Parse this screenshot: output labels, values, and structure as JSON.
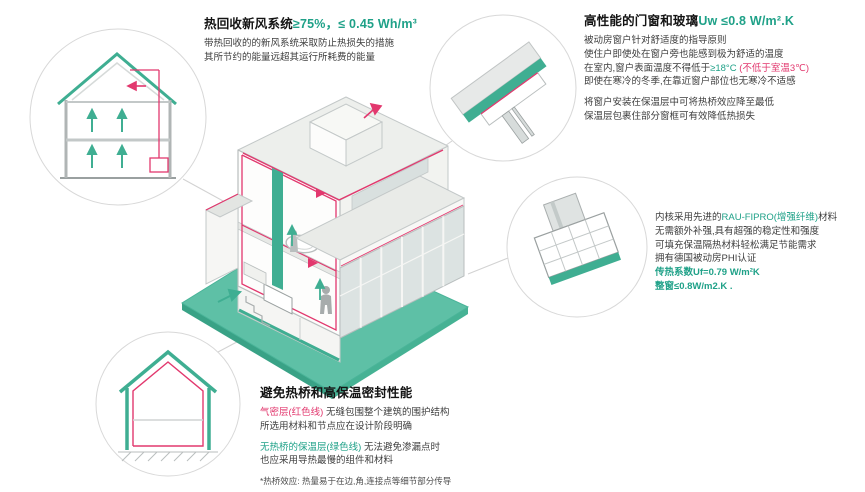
{
  "colors": {
    "teal": "#1fa188",
    "teal_graphic": "#3fae92",
    "red": "#e2386e",
    "platform": "#5ec0a6"
  },
  "ventilation": {
    "title": "热回收新风系统",
    "title_value": "≥75%，≤ 0.45 Wh/m³",
    "body1": "带热回收的的新风系统采取防止热损失的措施",
    "body2": "其所节约的能量远超其运行所耗费的能量"
  },
  "windows": {
    "title": "高性能的门窗和玻璃",
    "title_value": "Uw ≤0.8 W/m².K",
    "p1l1": "被动房窗户针对舒适度的指导原则",
    "p1l2": "使住户即使处在窗户旁也能感到极为舒适的温度",
    "p1l3_pre": "在室内,窗户表面温度不得低于",
    "p1l3_temp": "≥18°C ",
    "p1l3_note": "(不低于室温3℃)",
    "p1l4": "即使在寒冷的冬季,在靠近窗户部位也无寒冷不适感",
    "p2l1": "将窗户安装在保温层中可将热桥效应降至最低",
    "p2l2": "保温层包裹住部分窗框可有效降低热损失"
  },
  "profile": {
    "l1_pre": "内核采用先进的",
    "l1_brand": "RAU-FIPRO(增强纤维)",
    "l1_post": "材料",
    "l2": "无需额外补强,具有超强的稳定性和强度",
    "l3": "可填充保温隔热材料轻松满足节能需求",
    "l4": "拥有德国被动房PHI认证",
    "u_frame": "传热系数Uf=0.79 W/m²K",
    "u_window": "整窗≤0.8W/m2.K ."
  },
  "thermal": {
    "title": "避免热桥和高保温密封性能",
    "airtight_label": "气密层(红色线)",
    "airtight_text": " 无缝包围整个建筑的围护结构",
    "airtight_line2": "所选用材料和节点应在设计阶段明确",
    "insulation_label": "无热桥的保温层(绿色线)",
    "insulation_text": " 无法避免渗漏点时",
    "insulation_line2": "也应采用导热最慢的组件和材料",
    "footnote": "*热桥效应: 热量易于在边,角,连接点等细节部分传导"
  }
}
